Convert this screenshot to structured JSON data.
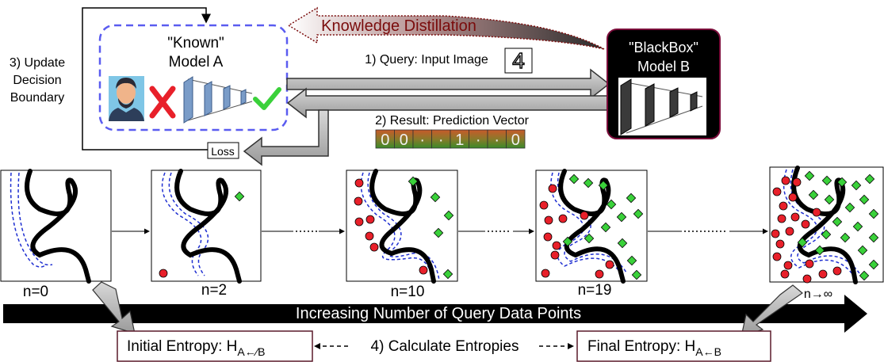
{
  "model_a": {
    "quote_name": "\"Known\"",
    "name": "Model A"
  },
  "model_b": {
    "quote_name": "\"BlackBox\"",
    "name": "Model B"
  },
  "update_step": {
    "line1": "3) Update",
    "line2": "Decision",
    "line3": "Boundary"
  },
  "distillation": {
    "label": "Knowledge Distillation"
  },
  "query": {
    "label": "1) Query: Input Image",
    "digit": "4"
  },
  "result": {
    "label": "2) Result: Prediction Vector",
    "cells": [
      "0",
      "0",
      "·",
      "·",
      "1",
      "·",
      "·",
      "0"
    ]
  },
  "loss": {
    "label": "Loss"
  },
  "panels": [
    {
      "n_label": "n=0"
    },
    {
      "n_label": "n=2"
    },
    {
      "n_label": "n=10"
    },
    {
      "n_label": "n=19"
    },
    {
      "n_label": "n→∞"
    }
  ],
  "timeline": {
    "label": "Increasing Number of Query Data Points"
  },
  "entropy": {
    "initial_label": "Initial Entropy: H",
    "initial_sub": "A←⁄B",
    "calc_label": "4) Calculate Entropies",
    "final_label": "Final Entropy: H",
    "final_sub": "A←B"
  },
  "colors": {
    "red_point": "#e8202a",
    "green_point": "#3ad13a",
    "boundary_blue": "#1f2fd1",
    "distill_red": "#7a0c0c",
    "dashed_box": "#5a5cf0"
  }
}
